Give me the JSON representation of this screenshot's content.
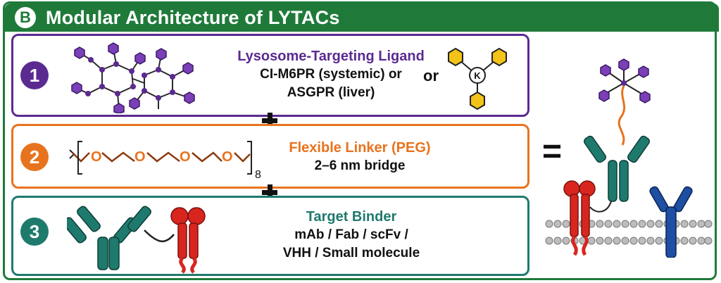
{
  "header": {
    "badge": "B",
    "title": "Modular Architecture of LYTACs"
  },
  "panel1": {
    "number": "1",
    "title": "Lysosome-Targeting Ligand",
    "line1": "CI-M6PR (systemic) or",
    "line2": "ASGPR (liver)",
    "or": "or",
    "k_label": "K"
  },
  "panel2": {
    "number": "2",
    "title": "Flexible Linker (PEG)",
    "line1": "2–6 nm bridge",
    "o_label": "O",
    "subscript": "8"
  },
  "panel3": {
    "number": "3",
    "title": "Target Binder",
    "line1": "mAb / Fab / scFv /",
    "line2": "VHH / Small molecule"
  },
  "colors": {
    "green": "#1f7a3a",
    "purple": "#5b2a91",
    "orange": "#e8731e",
    "teal": "#1f7a6e",
    "red": "#d8261f",
    "blue": "#1d4fa3",
    "yellow": "#f3c318"
  }
}
